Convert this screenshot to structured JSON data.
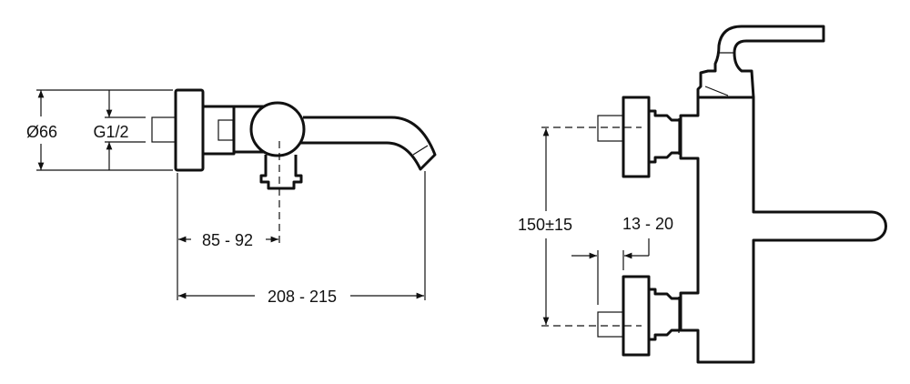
{
  "side_view": {
    "dimensions": {
      "flange_diameter": "Ø66",
      "thread": "G1/2",
      "outlet_offset": "85 - 92",
      "total_length": "208 - 215"
    }
  },
  "front_view": {
    "dimensions": {
      "inlet_spacing": "150±15",
      "wall_offset": "13 - 20"
    }
  },
  "colors": {
    "line": "#111111",
    "background": "#ffffff"
  }
}
